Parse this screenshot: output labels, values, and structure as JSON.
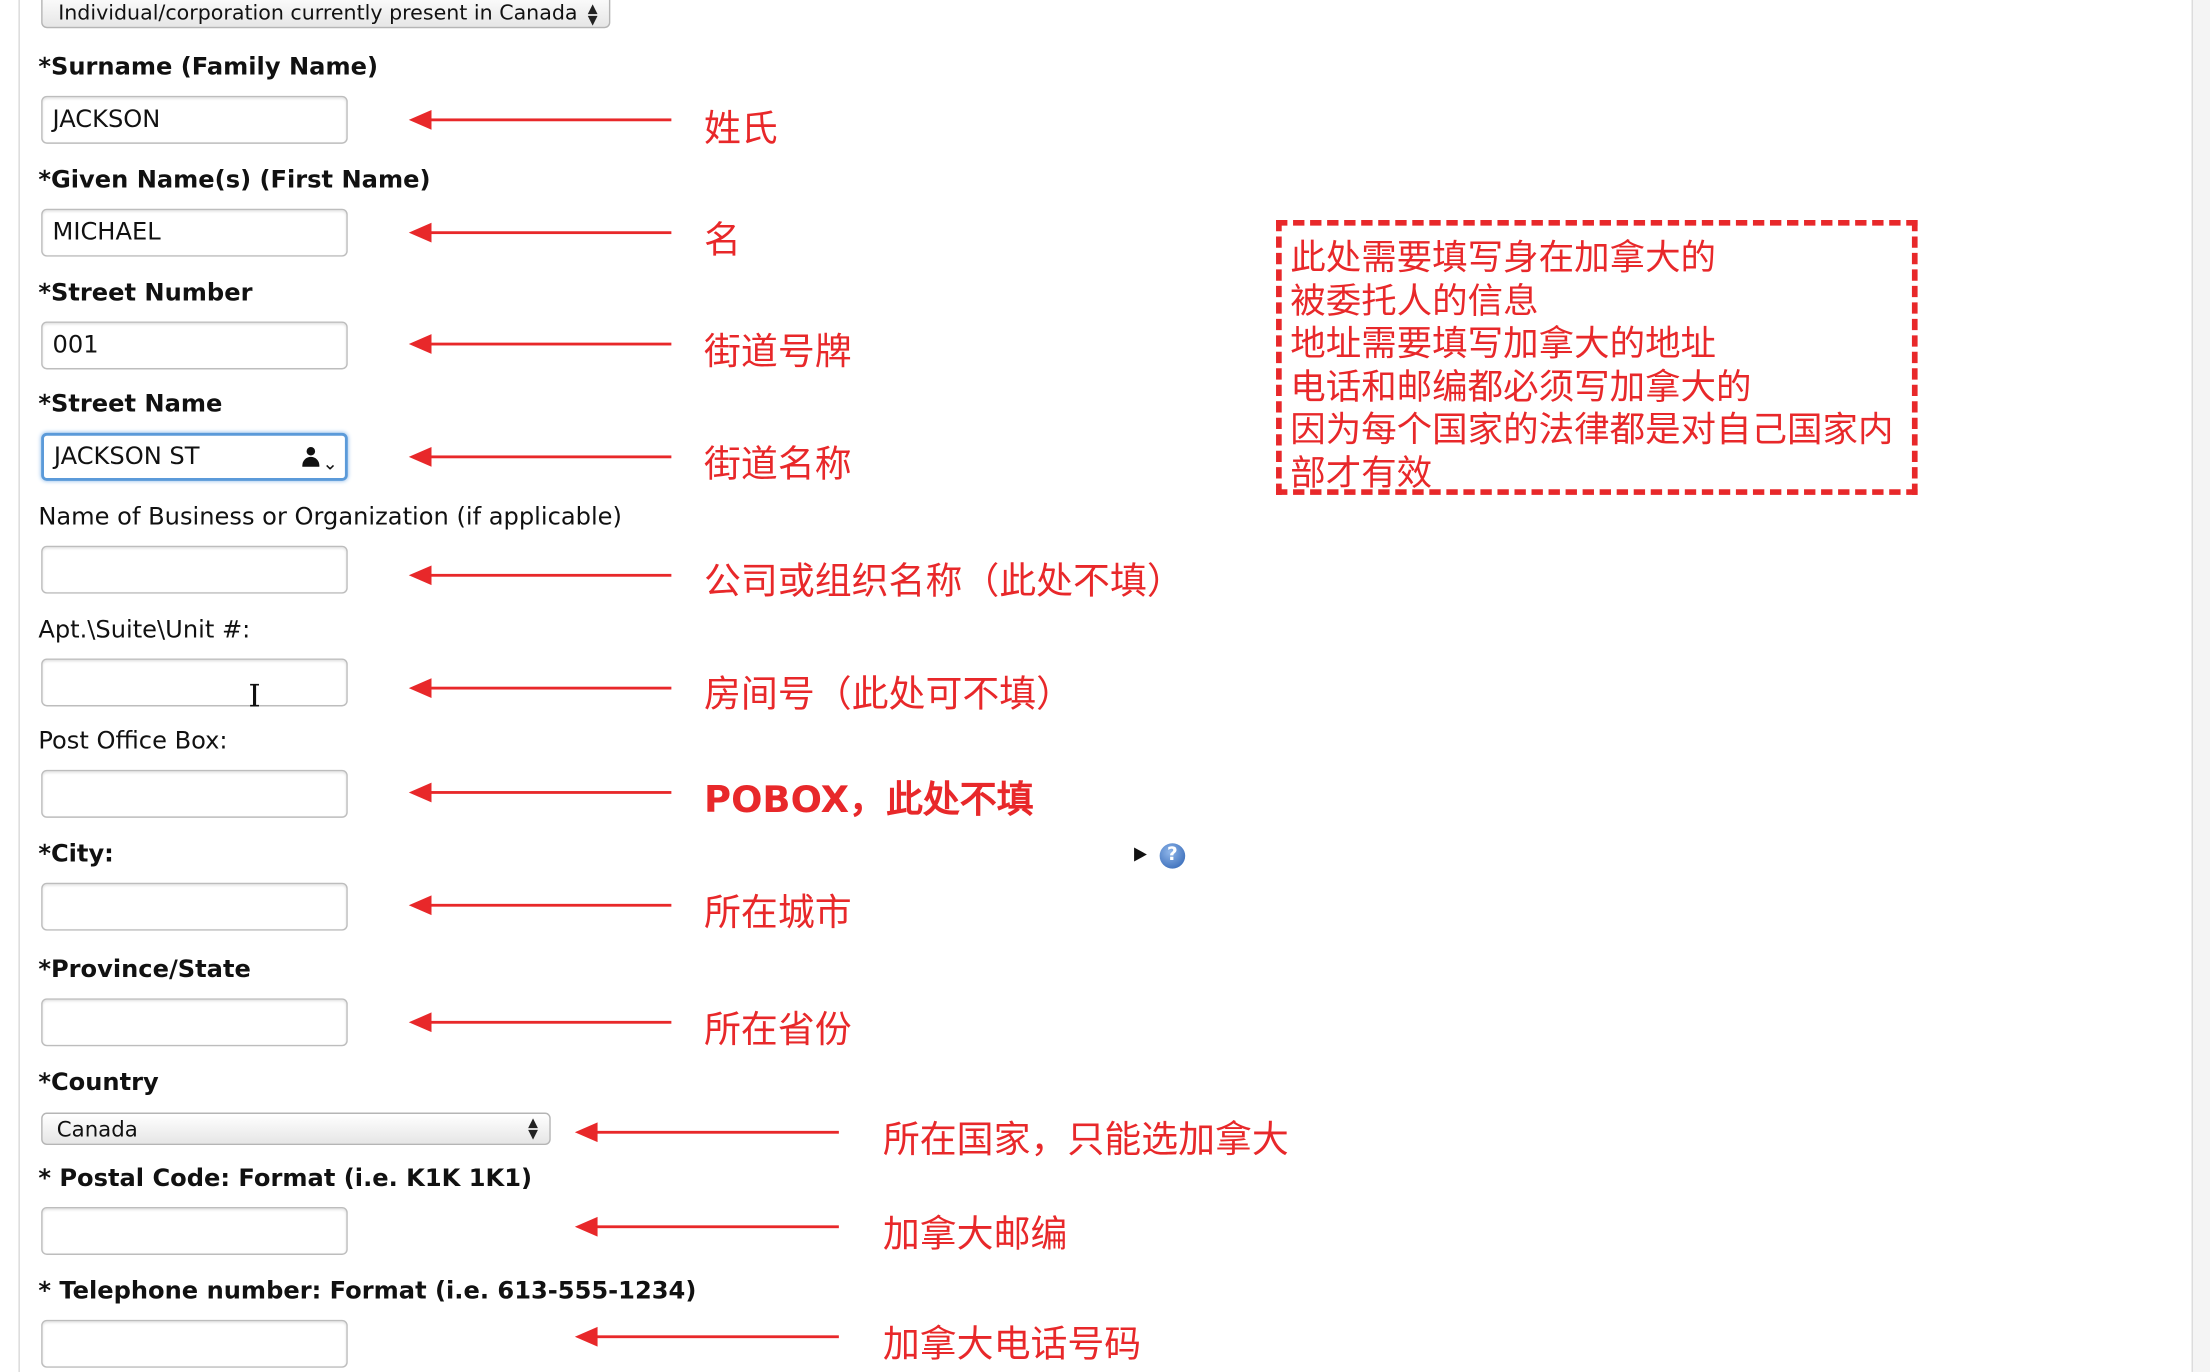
{
  "top_select": {
    "value": "Individual/corporation currently present in Canada"
  },
  "fields": {
    "surname": {
      "label": "*Surname (Family Name)",
      "value": "JACKSON",
      "note": "姓氏"
    },
    "given_name": {
      "label": "*Given Name(s) (First Name)",
      "value": "MICHAEL",
      "note": "名"
    },
    "street_number": {
      "label": "*Street Number",
      "value": "001",
      "note": "街道号牌"
    },
    "street_name": {
      "label": "*Street Name",
      "value": "JACKSON ST",
      "note": "街道名称"
    },
    "business_name": {
      "label": "Name of Business or Organization (if applicable)",
      "value": "",
      "note": "公司或组织名称（此处不填）"
    },
    "apt_unit": {
      "label": "Apt.\\Suite\\Unit #:",
      "value": "",
      "note": "房间号（此处可不填）"
    },
    "po_box": {
      "label": "Post Office Box:",
      "value": "",
      "note": "POBOX，此处不填"
    },
    "city": {
      "label": "*City:",
      "value": "",
      "note": "所在城市"
    },
    "province": {
      "label": "*Province/State",
      "value": "",
      "note": "所在省份"
    },
    "country": {
      "label": "*Country",
      "value": "Canada",
      "note": "所在国家，只能选加拿大"
    },
    "postal_code": {
      "label": "* Postal Code: Format (i.e. K1K 1K1)",
      "value": "",
      "note": "加拿大邮编"
    },
    "telephone": {
      "label": "* Telephone number: Format (i.e. 613-555-1234)",
      "value": "",
      "note": "加拿大电话号码"
    }
  },
  "callout": {
    "lines": [
      "此处需要填写身在加拿大的",
      "被委托人的信息",
      "地址需要填写加拿大的地址",
      "电话和邮编都必须写加拿大的",
      "因为每个国家的法律都是对自己国家内",
      "部才有效"
    ]
  },
  "icons": {
    "help": "help-circle-icon",
    "expand": "triangle-right-icon",
    "contact_autofill": "person-icon",
    "select_arrows": "updown-arrows-icon",
    "annotation_arrow": "left-arrow-icon"
  },
  "colors": {
    "annotation": "#e8282a",
    "focus": "#5b9ad9"
  }
}
